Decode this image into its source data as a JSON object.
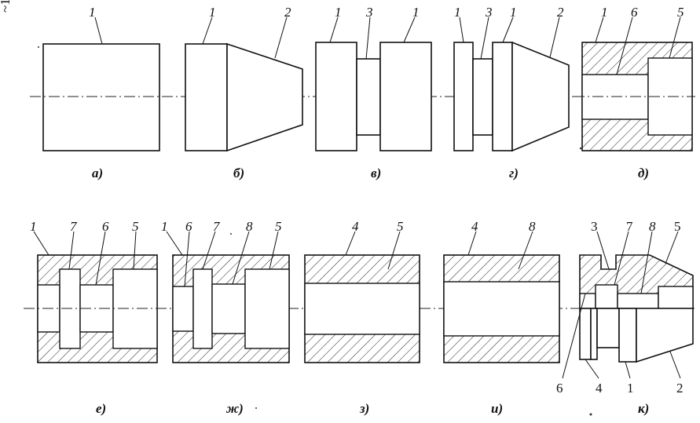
{
  "figure": {
    "captions": [
      "а)",
      "б)",
      "в)",
      "г)",
      "д)",
      "е)",
      "ж)",
      "з)",
      "и)",
      "к)"
    ],
    "labels": {
      "a": [
        "1"
      ],
      "b": [
        "1",
        "2"
      ],
      "v": [
        "1",
        "3",
        "1"
      ],
      "g": [
        "1",
        "3",
        "1",
        "2"
      ],
      "d": [
        "1",
        "6",
        "5"
      ],
      "e": [
        "1",
        "7",
        "6",
        "5"
      ],
      "zh": [
        "1",
        "6",
        "7",
        "8",
        "5"
      ],
      "z": [
        "4",
        "5"
      ],
      "i": [
        "4",
        "8"
      ],
      "k": [
        "3",
        "7",
        "8",
        "5",
        "6",
        "4",
        "1",
        "2"
      ]
    },
    "margin_mark": "~1"
  }
}
